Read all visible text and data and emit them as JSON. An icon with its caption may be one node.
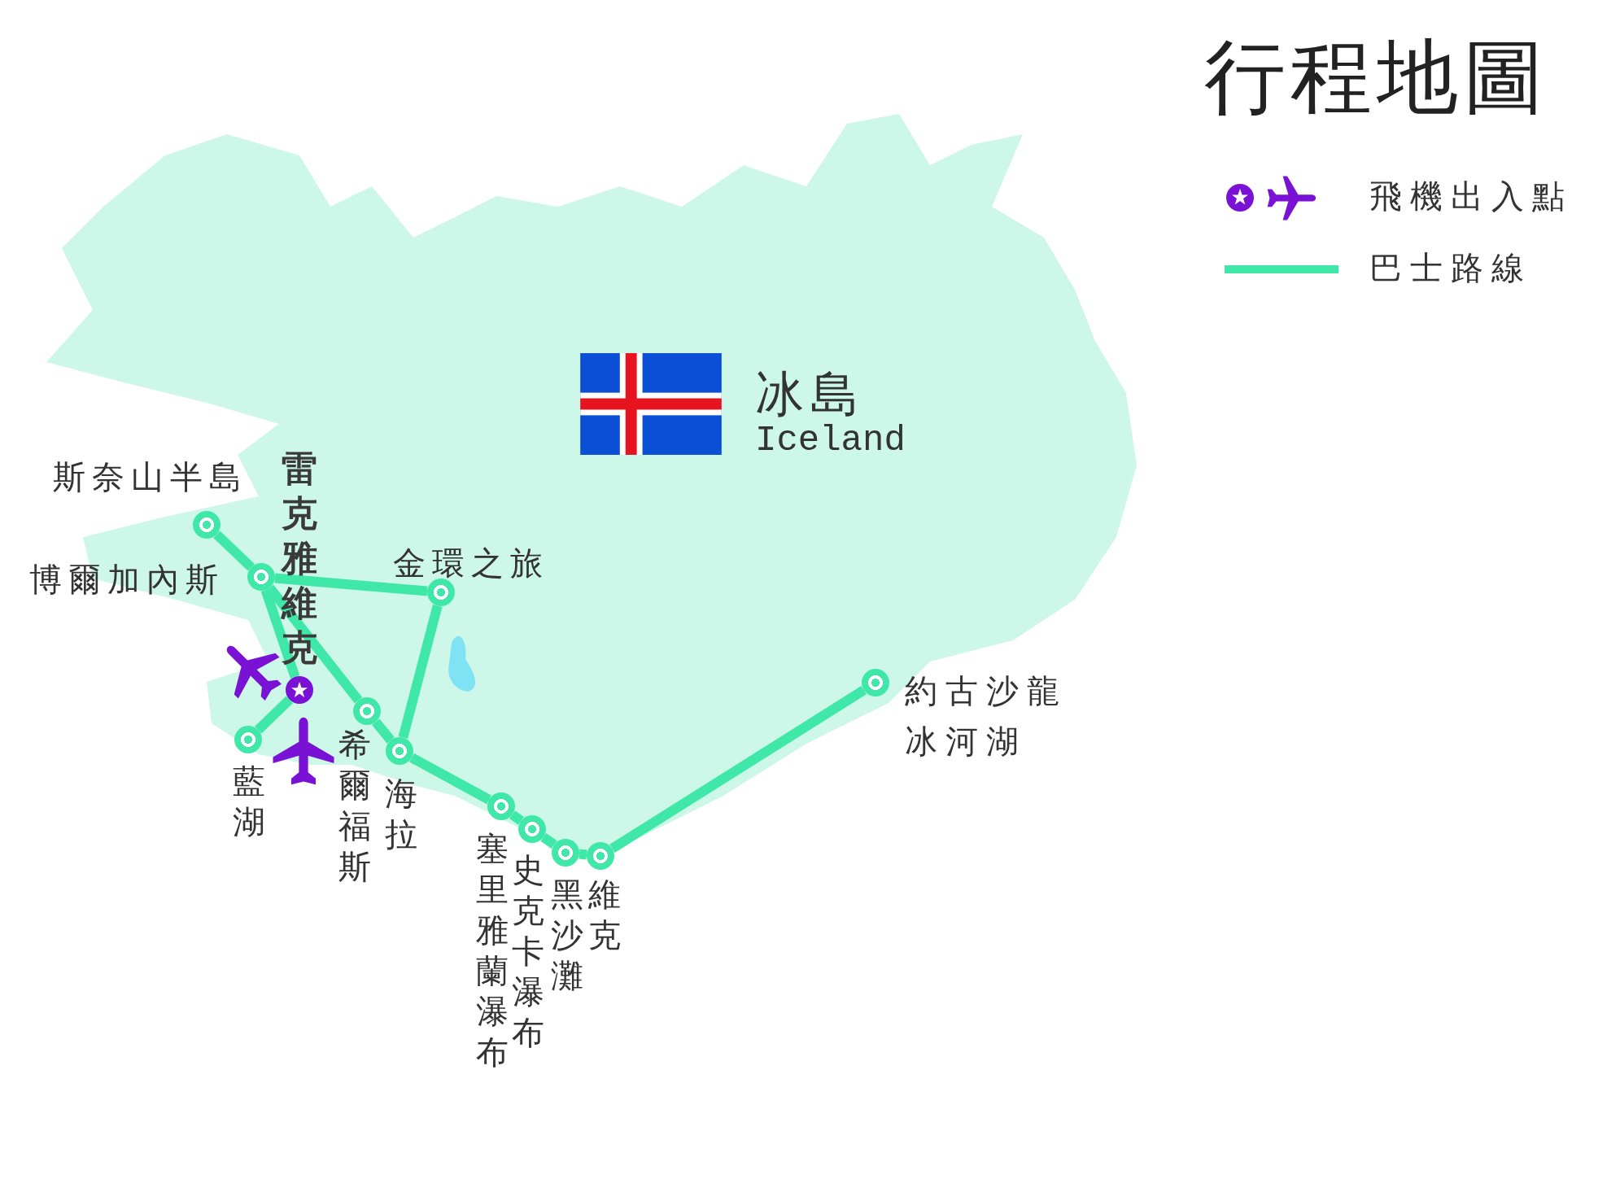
{
  "diagram": {
    "title": "行程地圖",
    "nodes": [
      {
        "text": [],
        "shape": "circle",
        "beside": [
          "斯奈山半島"
        ]
      },
      {
        "text": [],
        "shape": "circle",
        "beside": [
          "博爾加內斯"
        ]
      },
      {
        "text": [],
        "shape": "circle",
        "beside": [
          "雷克雅維克"
        ]
      },
      {
        "text": [],
        "shape": "circle",
        "beside": [
          "金環之旅"
        ]
      },
      {
        "text": [],
        "shape": "circle",
        "beside": [
          "藍湖"
        ]
      },
      {
        "text": [],
        "shape": "circle",
        "beside": [
          "希爾福斯"
        ]
      },
      {
        "text": [],
        "shape": "circle",
        "beside": [
          "海拉"
        ]
      },
      {
        "text": [],
        "shape": "circle",
        "beside": [
          "塞里雅蘭瀑布"
        ]
      },
      {
        "text": [],
        "shape": "circle",
        "beside": [
          "史克卡瀑布"
        ]
      },
      {
        "text": [],
        "shape": "circle",
        "beside": [
          "黑沙灘"
        ]
      },
      {
        "text": [],
        "shape": "circle",
        "beside": [
          "維克"
        ]
      },
      {
        "text": [],
        "shape": "circle",
        "beside": [
          "約古沙龍冰河湖"
        ]
      }
    ],
    "edges": [
      {
        "from": 0,
        "to": 1,
        "arrow": "none"
      },
      {
        "from": 1,
        "to": 3,
        "arrow": "none"
      },
      {
        "from": 1,
        "to": 2,
        "arrow": "none"
      },
      {
        "from": 1,
        "to": 5,
        "arrow": "none"
      },
      {
        "from": 2,
        "to": 4,
        "arrow": "none"
      },
      {
        "from": 5,
        "to": 6,
        "arrow": "none"
      },
      {
        "from": 3,
        "to": 6,
        "arrow": "none"
      },
      {
        "from": 6,
        "to": 7,
        "arrow": "none"
      },
      {
        "from": 7,
        "to": 8,
        "arrow": "none"
      },
      {
        "from": 8,
        "to": 9,
        "arrow": "none"
      },
      {
        "from": 9,
        "to": 10,
        "arrow": "none"
      },
      {
        "from": 10,
        "to": 11,
        "arrow": "none"
      }
    ],
    "labels": [
      "冰島",
      "Iceland"
    ],
    "legend": [
      {
        "text": "飛機出入點"
      },
      {
        "text": "巴士路線"
      }
    ]
  }
}
